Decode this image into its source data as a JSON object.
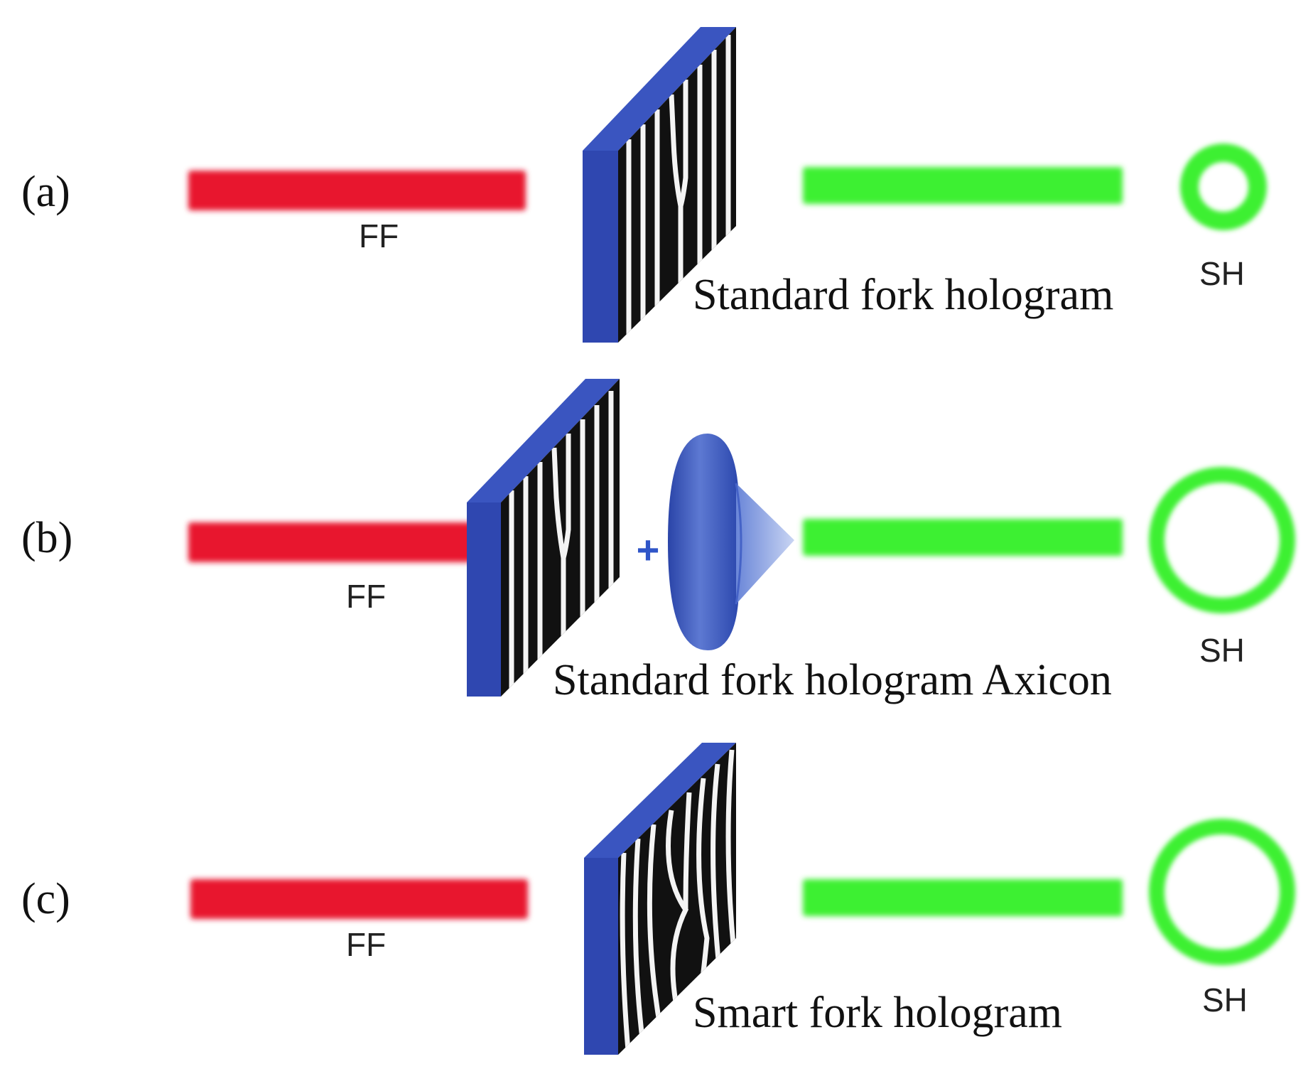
{
  "colors": {
    "ff_beam": "#e8162e",
    "sh_beam": "#3ef030",
    "hologram_frame": "#2f47b0",
    "hologram_side": "#2236a0",
    "axicon": "#3a57bd",
    "plus": "#2f55c8"
  },
  "panels": [
    {
      "label": "(a)",
      "ff_label": "FF",
      "sh_label": "SH",
      "caption": "Standard fork hologram",
      "hologram_type": "standard-fork",
      "has_axicon": false,
      "output_mode": "small-donut"
    },
    {
      "label": "(b)",
      "ff_label": "FF",
      "sh_label": "SH",
      "caption": "Standard fork hologram Axicon",
      "hologram_type": "standard-fork",
      "has_axicon": true,
      "plus_symbol": "+",
      "output_mode": "large-ring"
    },
    {
      "label": "(c)",
      "ff_label": "FF",
      "sh_label": "SH",
      "caption": "Smart fork hologram",
      "hologram_type": "smart-fork",
      "has_axicon": false,
      "output_mode": "large-ring"
    }
  ]
}
